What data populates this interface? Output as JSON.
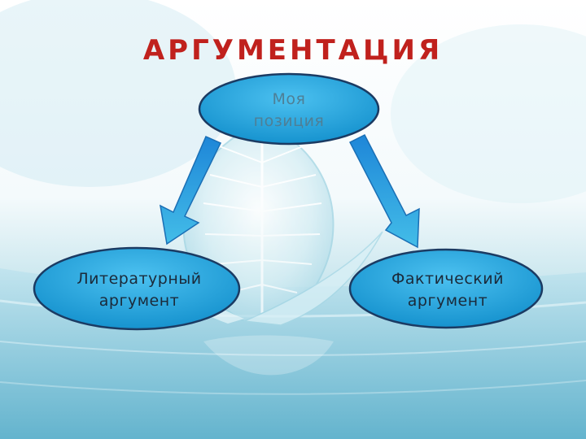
{
  "title": "АРГУМЕНТАЦИЯ",
  "nodes": {
    "top": {
      "line1": "Моя",
      "line2": "позиция"
    },
    "left": {
      "line1": "Литературный",
      "line2": "аргумент"
    },
    "right": {
      "line1": "Фактический",
      "line2": "аргумент"
    }
  },
  "colors": {
    "title": "#c0211d",
    "node_fill": "#1ea3de",
    "node_stroke": "#1b3b63",
    "arrow_fill": "#2aa7e3"
  },
  "icons": [
    "leaf-water-background",
    "arrow-down-left-icon",
    "arrow-down-right-icon"
  ]
}
